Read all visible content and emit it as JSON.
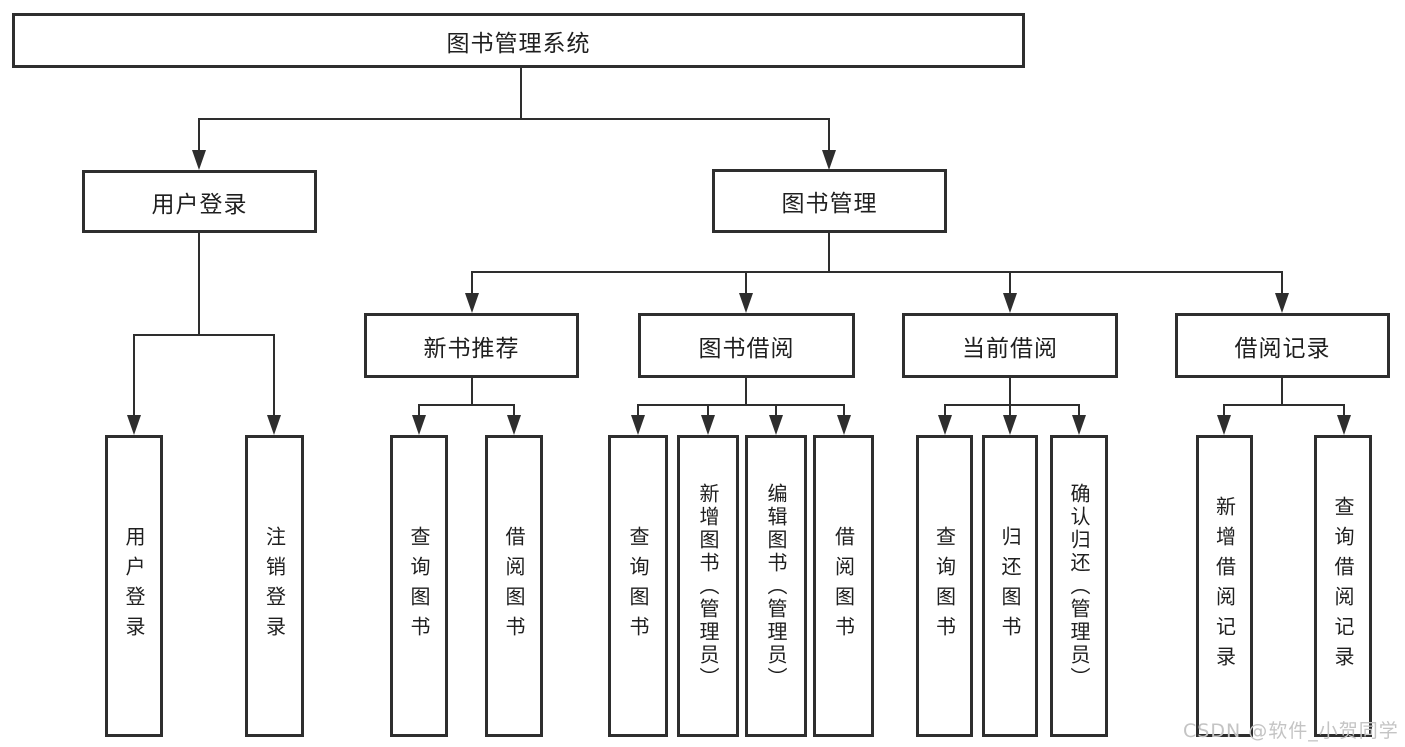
{
  "title": {
    "label": "图书管理系统"
  },
  "level2": {
    "user_login": {
      "label": "用户登录"
    },
    "book_mgmt": {
      "label": "图书管理"
    }
  },
  "level3": {
    "new_books": {
      "label": "新书推荐"
    },
    "borrowing": {
      "label": "图书借阅"
    },
    "current": {
      "label": "当前借阅"
    },
    "records": {
      "label": "借阅记录"
    }
  },
  "leaves": {
    "login": {
      "label": "用户登录"
    },
    "logout": {
      "label": "注销登录"
    },
    "nb_query": {
      "label": "查询图书"
    },
    "nb_borrow": {
      "label": "借阅图书"
    },
    "bw_query": {
      "label": "查询图书"
    },
    "bw_add": {
      "label": "新增图书（管理员）"
    },
    "bw_edit": {
      "label": "编辑图书（管理员）"
    },
    "bw_borrow": {
      "label": "借阅图书"
    },
    "cur_query": {
      "label": "查询图书"
    },
    "cur_return": {
      "label": "归还图书"
    },
    "cur_confirm": {
      "label": "确认归还（管理员）"
    },
    "rec_add": {
      "label": "新增借阅记录"
    },
    "rec_query": {
      "label": "查询借阅记录"
    }
  },
  "watermark": {
    "text": "CSDN @软件_小贺同学"
  },
  "colors": {
    "line": "#2e2e2e",
    "text": "#1f1f1f",
    "background": "#ffffff",
    "watermark": "#c4c4c4"
  }
}
